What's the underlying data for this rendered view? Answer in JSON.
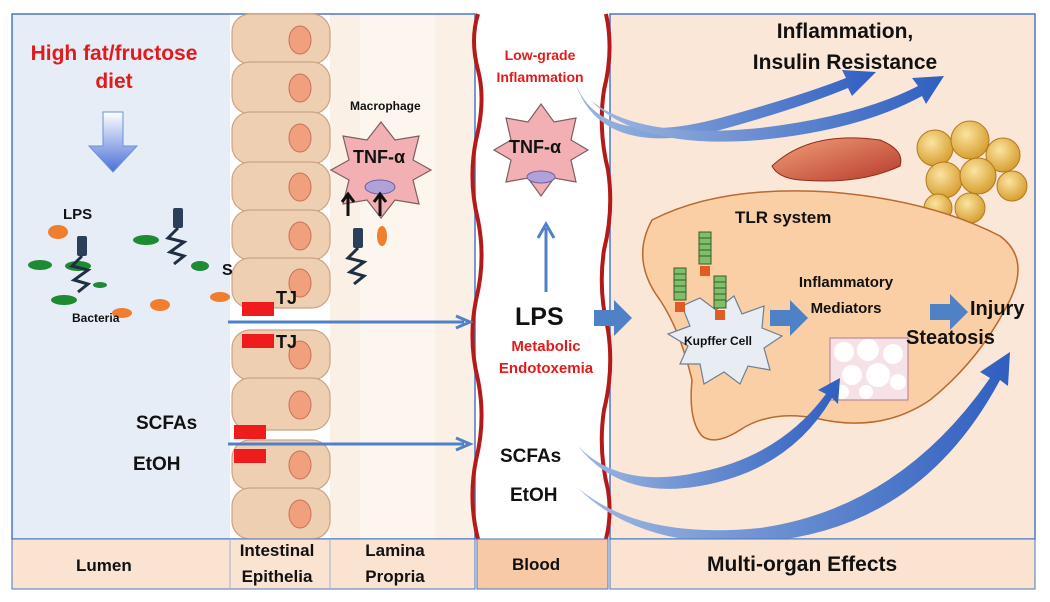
{
  "diet_label": "High fat/fructose\ndiet",
  "lumen": {
    "lps_label": "LPS",
    "bacteria_label": "Bacteria",
    "s_label": "S",
    "scfas_label": "SCFAs",
    "etoh_label": "EtOH"
  },
  "epithelia": {
    "tj_upper_label": "TJ",
    "tj_lower_label": "TJ"
  },
  "lamina": {
    "macrophage_label": "Macrophage",
    "tnf_label": "TNF-α"
  },
  "blood": {
    "low_grade_label": "Low-grade\nInflammation",
    "tnf_label": "TNF-α",
    "lps_label": "LPS",
    "endotoxemia_label": "Metabolic\nEndotoxemia",
    "scfas_label": "SCFAs",
    "etoh_label": "EtOH"
  },
  "organs": {
    "inflammation_label": "Inflammation,\nInsulin Resistance",
    "tlr_label": "TLR system",
    "kupffer_label": "Kupffer Cell",
    "mediators_label": "Inflammatory\nMediators",
    "injury_label": "Injury",
    "steatosis_label": "Steatosis"
  },
  "footer": {
    "lumen": "Lumen",
    "epithelia": "Intestinal\nEpithelia",
    "lamina": "Lamina\nPropria",
    "blood": "Blood",
    "multi_organ": "Multi-organ Effects"
  },
  "colors": {
    "lumen_bg": "#e7edf6",
    "panel_border": "#4a78c0",
    "epithelium": "#eecfb2",
    "nucleus": "#f0a07c",
    "lamina_bg": "#fbf0e6",
    "organ_bg": "#fbe7d8",
    "liver": "#fbcfa6",
    "arrow_blue": "#4f81c7",
    "red_text": "#e11b1b",
    "tj_red": "#ee1c1c",
    "blood_border": "#b51a1a"
  }
}
